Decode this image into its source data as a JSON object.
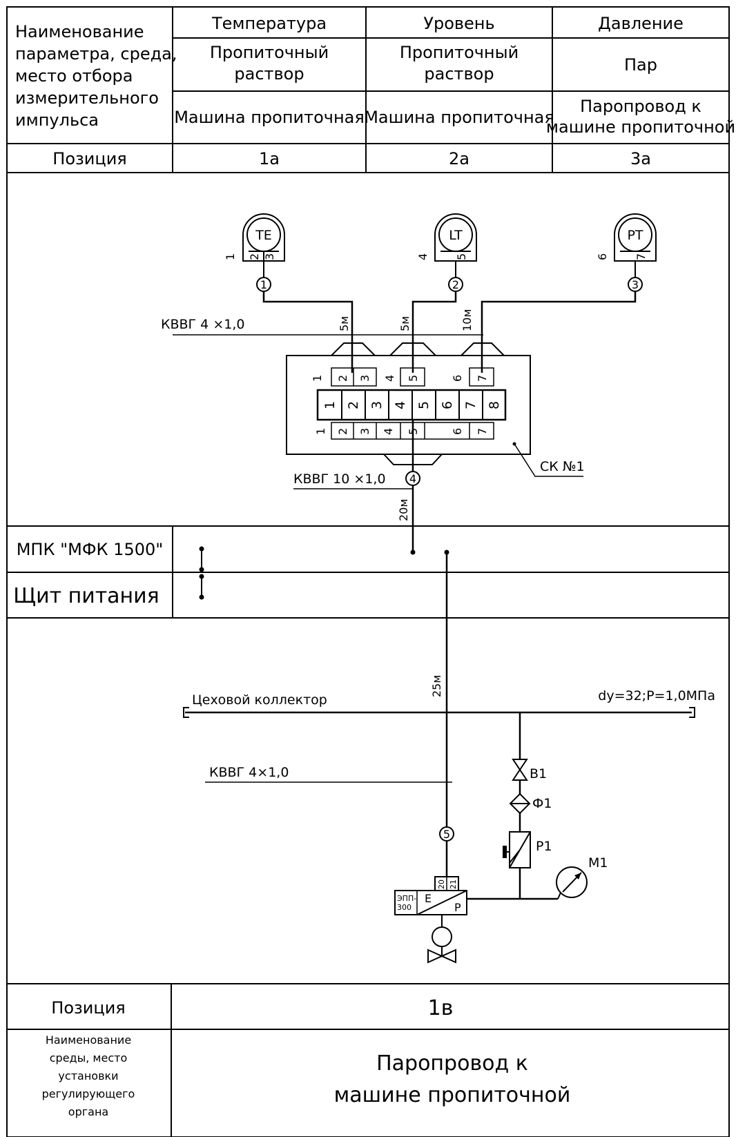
{
  "header": {
    "row_label": "Наименование параметра, среда, место отбора измерительного импульса",
    "row_label_lines": [
      "Наименование",
      "параметра, среда,",
      "место отбора",
      "измерительного",
      "импульса"
    ],
    "position_label": "Позиция",
    "columns": [
      {
        "parameter": "Температура",
        "medium_lines": [
          "Пропиточный",
          "раствор"
        ],
        "location_lines": [
          "Машина пропиточная"
        ],
        "position": "1а"
      },
      {
        "parameter": "Уровень",
        "medium_lines": [
          "Пропиточный",
          "раствор"
        ],
        "location_lines": [
          "Машина пропиточная"
        ],
        "position": "2а"
      },
      {
        "parameter": "Давление",
        "medium_lines": [
          "Пар"
        ],
        "location_lines": [
          "Паропровод к",
          "машине пропиточной"
        ],
        "position": "3а"
      }
    ]
  },
  "instruments": [
    {
      "tag": "TE",
      "number": "1",
      "terminals": [
        "2",
        "3"
      ],
      "circle": "1"
    },
    {
      "tag": "LT",
      "number": "4",
      "terminals": [
        "5"
      ],
      "circle": "2"
    },
    {
      "tag": "PT",
      "number": "6",
      "terminals": [
        "7"
      ],
      "circle": "3"
    }
  ],
  "cables": {
    "top_cable": "КВВГ 4 ×1,0",
    "top_lengths": [
      "5м",
      "5м",
      "10м"
    ],
    "box_cable": "КВВГ 10 ×1,0",
    "box_cable_circle": "4",
    "box_cable_length": "20м",
    "lower_length": "25м",
    "lower_cable": "КВВГ 4×1,0",
    "lower_circle": "5"
  },
  "junction_box": {
    "name": "СК №1",
    "top_outer": [
      "1",
      "2",
      "3",
      "4",
      "5",
      "6",
      "7"
    ],
    "terminals": [
      "1",
      "2",
      "3",
      "4",
      "5",
      "6",
      "7",
      "8"
    ],
    "bottom_outer": [
      "1",
      "2",
      "3",
      "4",
      "5",
      "6",
      "7"
    ]
  },
  "rows": {
    "mpk": "МПК \"МФК 1500\"",
    "shield": "Щит питания"
  },
  "field": {
    "collector_label": "Цеховой коллектор",
    "collector_params": "dy=32;P=1,0МПа",
    "valve": "В1",
    "filter": "Ф1",
    "regulator": "Р1",
    "gauge": "М1",
    "converter_model_lines": [
      "ЭПП-",
      "300"
    ],
    "converter_e": "E",
    "converter_p": "P",
    "converter_terminals": [
      "20",
      "21"
    ]
  },
  "footer": {
    "position_label": "Позиция",
    "position_value": "1в",
    "medium_label_lines": [
      "Наименование",
      "среды, место",
      "установки",
      "регулирующего",
      "органа"
    ],
    "medium_value_lines": [
      "Паропровод к",
      "машине пропиточной"
    ]
  }
}
